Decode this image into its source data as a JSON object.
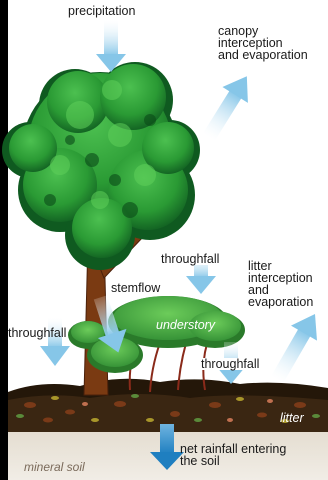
{
  "labels": {
    "precipitation": "precipitation",
    "canopy": "canopy\ninterception\nand evaporation",
    "throughfall_center": "throughfall",
    "stemflow": "stemflow",
    "litter_interception": "litter\ninterception\nand\nevaporation",
    "throughfall_left": "throughfall",
    "understory": "understory",
    "throughfall_right": "throughfall",
    "litter": "litter",
    "net_rainfall": "net rainfall entering\nthe soil",
    "mineral_soil": "mineral soil"
  },
  "colors": {
    "arrow_light": "#d6eef8",
    "arrow_dark": "#88c8e8",
    "down_arrow": "#1f7fc0",
    "foliage": "#2f9f3a",
    "foliage_dark": "#0f5a20",
    "trunk": "#7a3a12",
    "soil": "#ece6dc",
    "litter_dark": "#1e1408"
  }
}
